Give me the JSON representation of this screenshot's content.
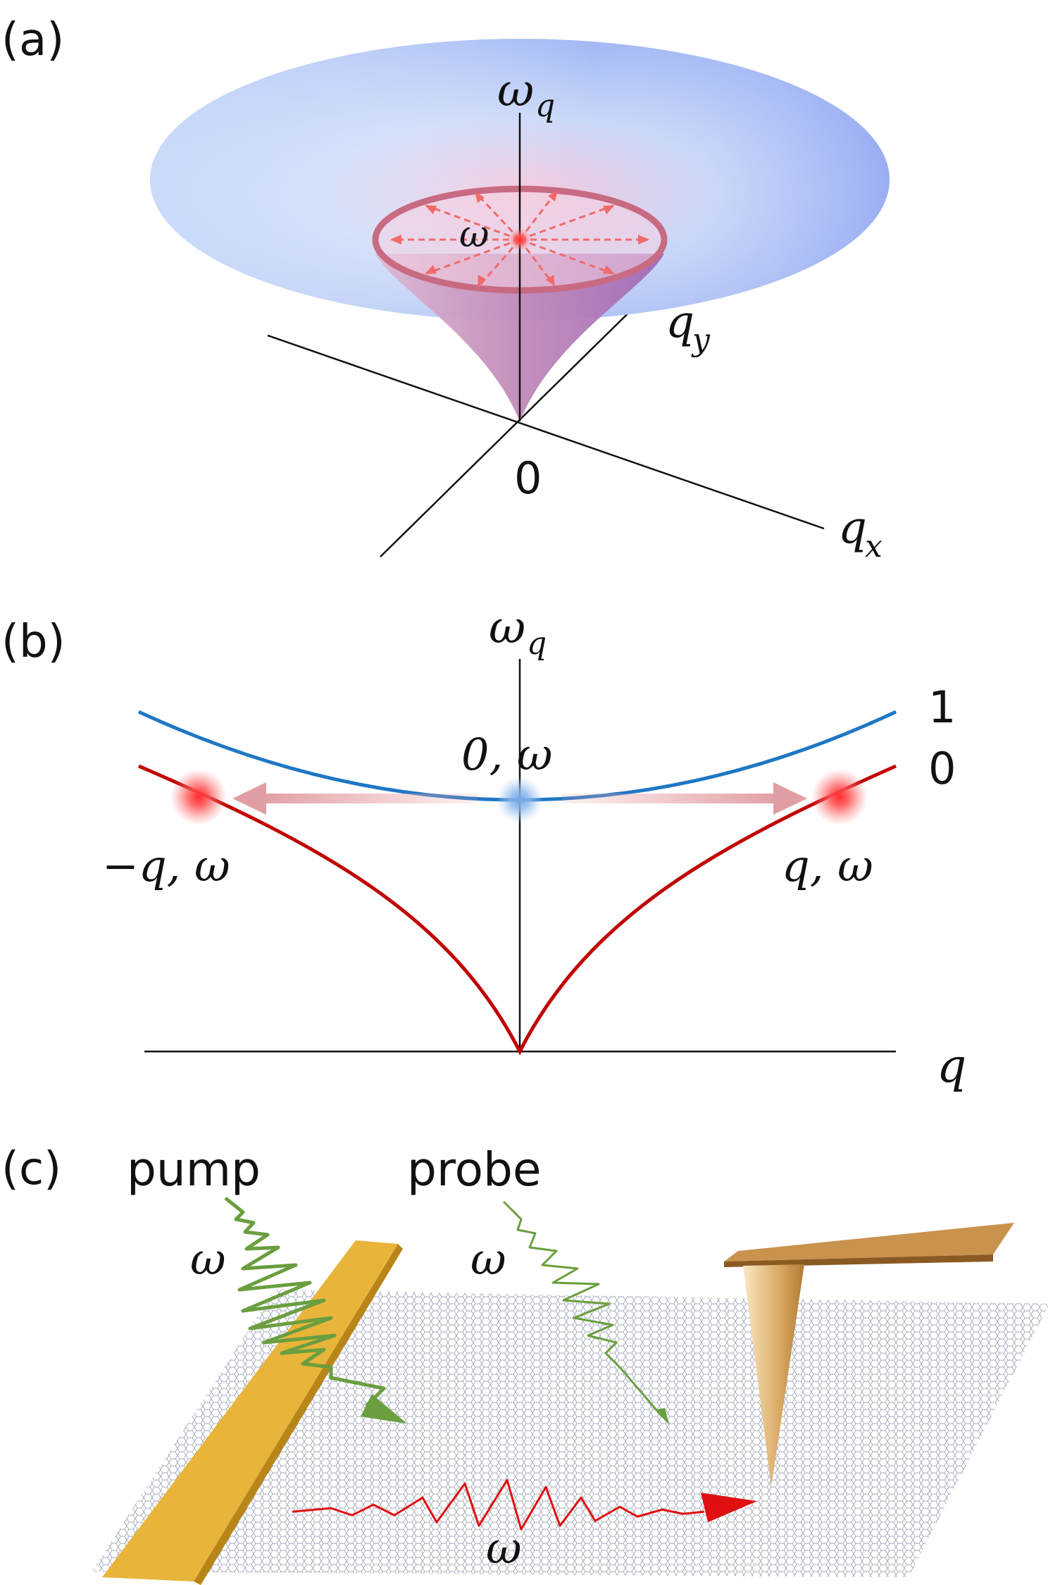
{
  "panel_a": {
    "label": "(a)",
    "axis_vertical": "ω",
    "axis_vertical_sub": "q",
    "axis_y": "q",
    "axis_y_sub": "y",
    "axis_x": "q",
    "axis_x_sub": "x",
    "origin": "0",
    "omega_point": "ω"
  },
  "panel_b": {
    "label": "(b)",
    "axis_vertical": "ω",
    "axis_vertical_sub": "q",
    "axis_horizontal": "q",
    "branch_upper": "1",
    "branch_lower": "0",
    "point_center": "0, ω",
    "point_left": "−q, ω",
    "point_right": "q, ω",
    "colors": {
      "upper_branch": "#1f77c4",
      "lower_branch": "#c00000"
    }
  },
  "panel_c": {
    "label": "(c)",
    "pump_label": "pump",
    "probe_label": "probe",
    "pump_omega": "ω",
    "probe_omega": "ω",
    "propagating_omega": "ω",
    "colors": {
      "beams": "#6a9e3f",
      "plasmon": "#e01010",
      "electrode": "#e8b43a"
    }
  }
}
